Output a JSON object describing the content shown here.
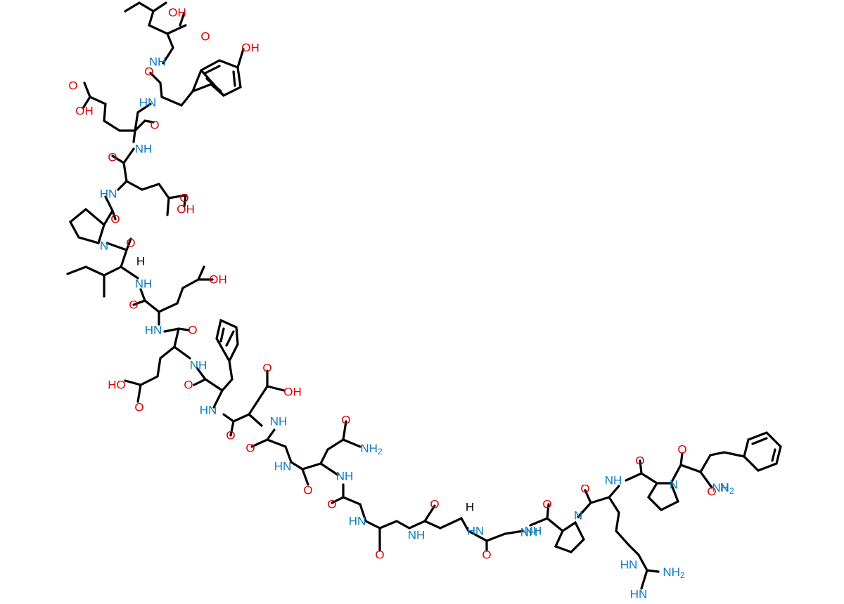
{
  "molecule": {
    "colors": {
      "oxygen": "#e00000",
      "nitrogen": "#0a7bbf",
      "carbon": "#000000",
      "background": "#ffffff"
    },
    "atom_labels": [
      "OH",
      "O",
      "NH",
      "OH",
      "O",
      "HN",
      "O",
      "O",
      "OH",
      "NH",
      "O",
      "HN",
      "O",
      "OH",
      "O",
      "N",
      "O",
      "H",
      "NH",
      "O",
      "OH",
      "O",
      "HN",
      "O",
      "NH",
      "O",
      "HO",
      "O",
      "HN",
      "O",
      "NH",
      "OH",
      "O",
      "HN",
      "O",
      "O",
      "NH",
      "O",
      "NH2",
      "HN",
      "O",
      "NH",
      "O",
      "HN",
      "O",
      "NH",
      "H",
      "O",
      "NH",
      "O",
      "N",
      "O",
      "NH",
      "O",
      "N",
      "O",
      "N",
      "NH2",
      "HN",
      "NH2",
      "HN"
    ]
  }
}
